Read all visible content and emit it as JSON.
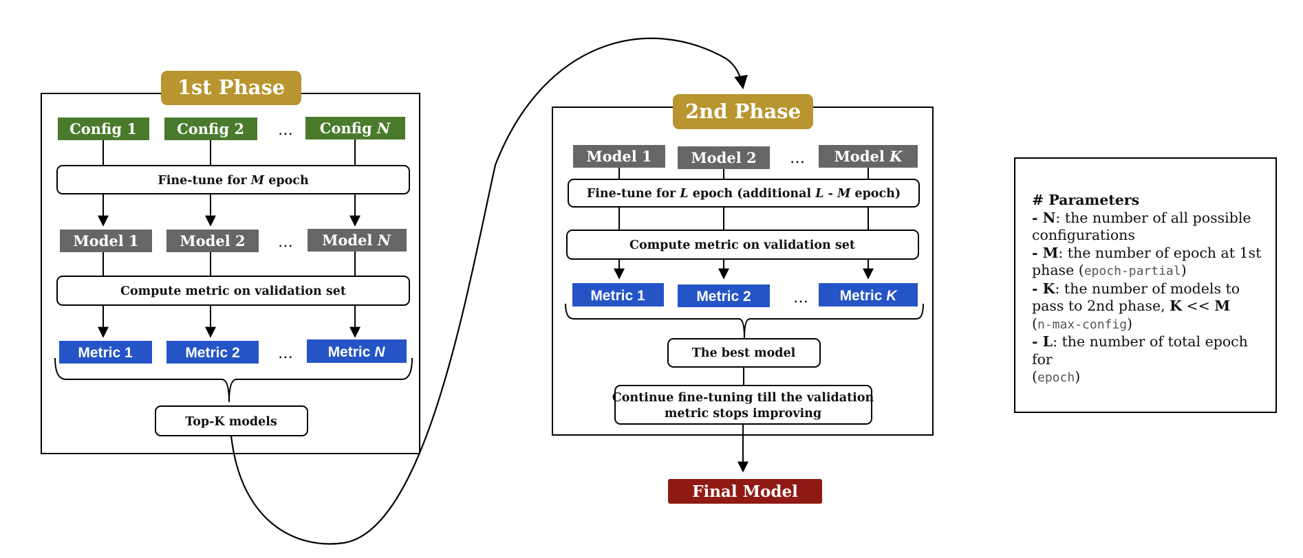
{
  "colors": {
    "phase": "#b8952f",
    "config": "#4a7a2c",
    "model": "#666666",
    "metric": "#2454c6",
    "final": "#8f1a14"
  },
  "phase1": {
    "title": "1st Phase",
    "configs": [
      "Config 1",
      "Config 2",
      "Config "
    ],
    "config_last_var": "N",
    "finetune_pre": "Fine-tune for ",
    "finetune_var": "M",
    "finetune_post": " epoch",
    "models": [
      "Model 1",
      "Model 2",
      "Model "
    ],
    "model_last_var": "N",
    "compute": "Compute metric on validation set",
    "metrics": [
      "Metric 1",
      "Metric 2",
      "Metric "
    ],
    "metric_last_var": "N",
    "ellipsis": "…",
    "topk": "Top-K models"
  },
  "phase2": {
    "title": "2nd Phase",
    "models": [
      "Model 1",
      "Model 2",
      "Model "
    ],
    "model_last_var": "K",
    "finetune_pre": "Fine-tune for ",
    "finetune_var1": "L",
    "finetune_mid": " epoch (additional ",
    "finetune_var2": "L",
    "finetune_mid2": " - ",
    "finetune_var3": "M",
    "finetune_post": " epoch)",
    "compute": "Compute metric on validation set",
    "metrics": [
      "Metric 1",
      "Metric 2",
      "Metric "
    ],
    "metric_last_var": "K",
    "ellipsis": "…",
    "best": "The best model",
    "continue_line1": "Continue fine-tuning till the validation",
    "continue_line2": "metric stops improving"
  },
  "final": "Final Model",
  "legend": {
    "heading": "# Parameters",
    "n_key": "N",
    "n_text": ": the number of all possible configurations",
    "m_key": "M",
    "m_text": ": the number of epoch at 1st phase (",
    "m_code": "epoch-partial",
    "m_close": ")",
    "k_key": "K",
    "k_text": ": the number of models to pass to 2nd phase, ",
    "k_rel1": "K",
    "k_rel_op": " << ",
    "k_rel2": "M",
    "k_code_open": "(",
    "k_code": "n-max-config",
    "k_code_close": ")",
    "l_key": "L",
    "l_text": ": the number of total epoch for",
    "l_code_open": "(",
    "l_code": "epoch",
    "l_code_close": ")",
    "dash": "- "
  }
}
